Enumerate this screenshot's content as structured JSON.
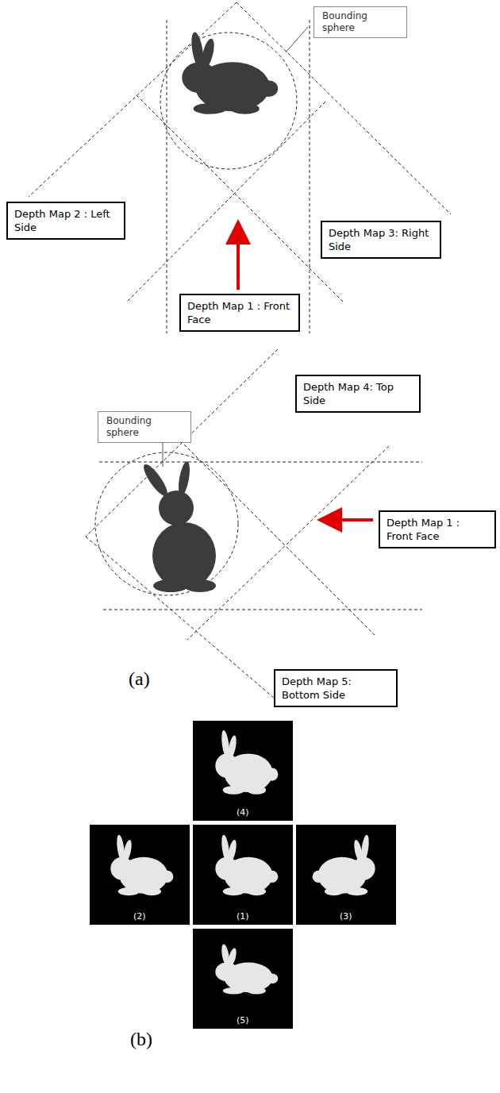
{
  "diagram": {
    "nodes": [
      {
        "text": [
          "Bounding sphere"
        ]
      },
      {
        "text": [
          "Depth Map 2 : Left Side"
        ]
      },
      {
        "text": [
          "Depth Map 3: Right Side"
        ]
      },
      {
        "text": [
          "Depth Map 1 : Front Face"
        ]
      },
      {
        "text": [
          "Depth Map 4: Top Side"
        ]
      },
      {
        "text": [
          "Bounding sphere"
        ]
      },
      {
        "text": [
          "Depth Map 1 : Front Face"
        ]
      },
      {
        "text": [
          "Depth Map 5: Bottom Side"
        ]
      }
    ],
    "labels": [
      "(a)",
      "(4)",
      "(2)",
      "(1)",
      "(3)",
      "(5)",
      "(b)"
    ]
  }
}
